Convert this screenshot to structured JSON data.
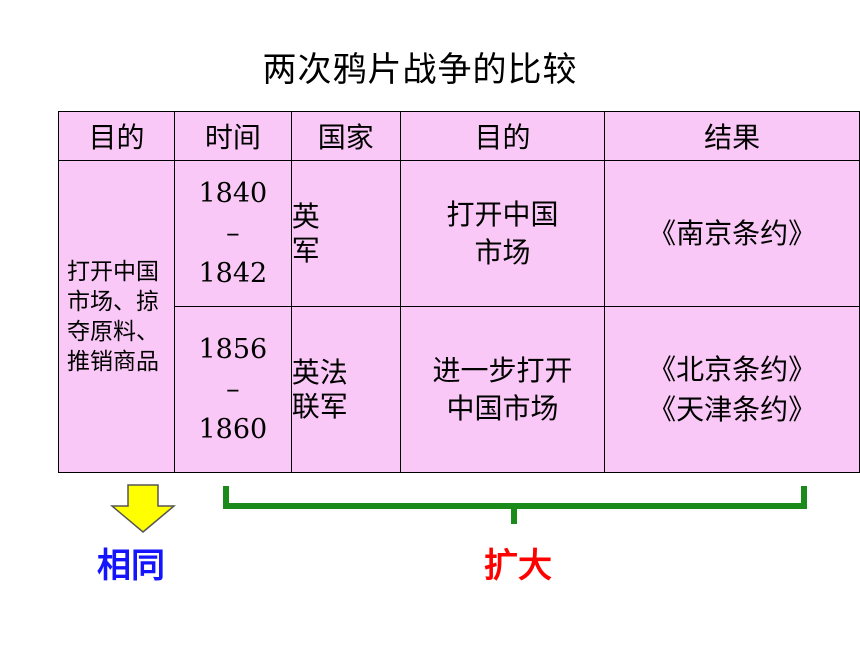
{
  "title": "两次鸦片战争的比较",
  "headers": [
    "目的",
    "时间",
    "国家",
    "目的",
    "结果"
  ],
  "common_purpose": "打开中国市场、掠夺原料、推销商品",
  "wars": [
    {
      "year_start": "1840",
      "dash": "–",
      "year_end": "1842",
      "country": [
        "英",
        "军"
      ],
      "goal": [
        "打开中国",
        "市场"
      ],
      "result": [
        "《南京条约》"
      ]
    },
    {
      "year_start": "1856",
      "dash": "–",
      "year_end": "1860",
      "country": [
        "英法",
        "联军"
      ],
      "goal": [
        "进一步打开",
        "中国市场"
      ],
      "result": [
        "《北京条约》",
        "《天津条约》"
      ]
    }
  ],
  "labels": {
    "same": "相同",
    "expand": "扩大"
  },
  "colors": {
    "cell_bg": "#f9c8f6",
    "arrow_fill": "#ffff00",
    "bracket": "#1a8a1a",
    "same": "#1414ff",
    "expand": "#ff0000"
  }
}
